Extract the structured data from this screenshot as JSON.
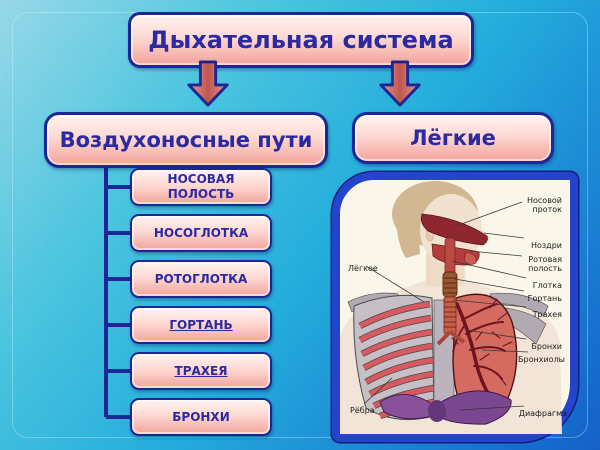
{
  "slide": {
    "title": "Дыхательная система",
    "branch_left": "Воздухоносные пути",
    "branch_right": "Лёгкие"
  },
  "airways": {
    "items": [
      {
        "label": "НОСОВАЯ ПОЛОСТЬ"
      },
      {
        "label": "НОСОГЛОТКА"
      },
      {
        "label": "РОТОГЛОТКА"
      },
      {
        "label": "ГОРТАНЬ"
      },
      {
        "label": "ТРАХЕЯ"
      },
      {
        "label": "БРОНХИ"
      }
    ]
  },
  "anatomy_figure": {
    "labels_right": [
      {
        "text": "Носовой проток"
      },
      {
        "text": "Ноздри"
      },
      {
        "text": "Ротовая полость"
      },
      {
        "text": "Глотка"
      },
      {
        "text": "Гортань"
      },
      {
        "text": "Трахея"
      },
      {
        "text": "Бронхи"
      },
      {
        "text": "Бронхиолы"
      },
      {
        "text": "Диафрагма"
      }
    ],
    "labels_left": [
      {
        "text": "Лёгкое"
      },
      {
        "text": "Рёбра"
      }
    ]
  },
  "colors": {
    "background_top": "#97d8e7",
    "background_bottom": "#1460c8",
    "box_fill_top": "#fff3f0",
    "box_fill_bottom": "#f2a49b",
    "box_border": "#1c2694",
    "box_text": "#2b2aa0",
    "arrow_fill": "#c9655c",
    "panel_border": "#2444cc",
    "panel_background": "#fbf6ea",
    "diaphragm_purple": "#8a519b",
    "lung_red": "#d46a60"
  }
}
